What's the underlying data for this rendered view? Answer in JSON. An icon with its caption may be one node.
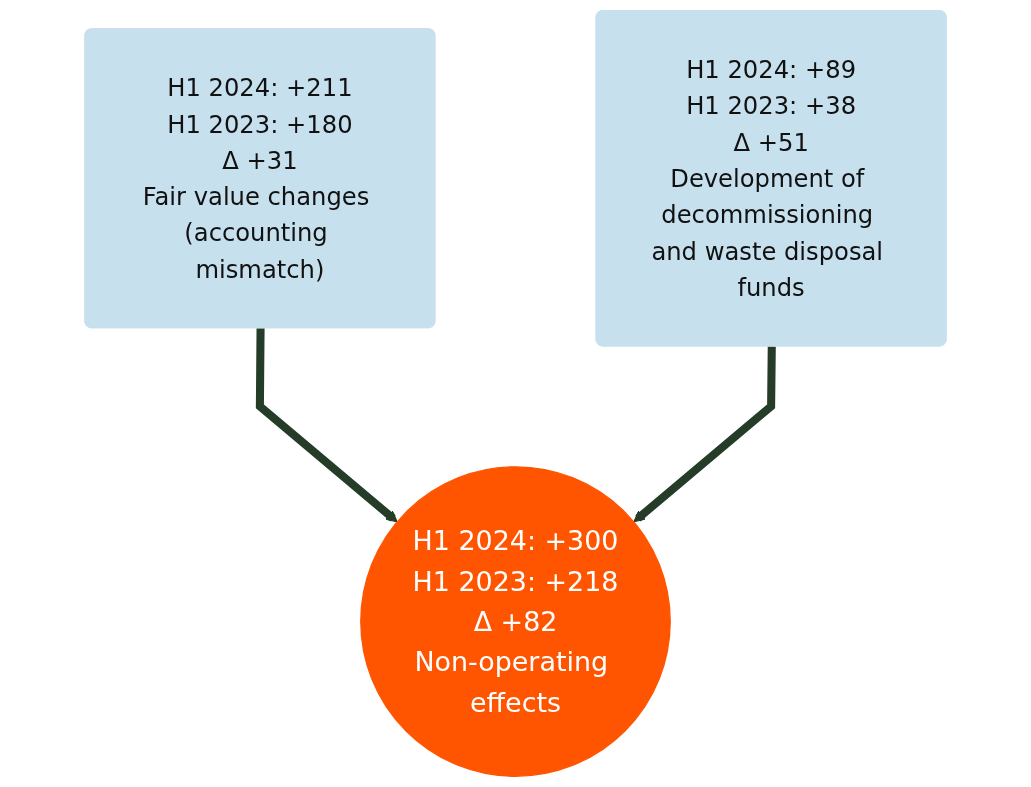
{
  "diagram": {
    "nodes": [
      {
        "text": [
          "H1 2024: +211",
          "H1 2023: +180",
          "Δ +31",
          "Fair value changes (accounting mismatch)"
        ]
      },
      {
        "text": [
          "H1 2024: +89",
          "H1 2023: +38",
          "Δ +51",
          "Development of decommissioning and waste disposal funds"
        ]
      },
      {
        "text": [
          "H1 2024: +300",
          "H1 2023: +218",
          "Δ +82",
          "Non-operating effects"
        ]
      }
    ],
    "edges": [
      {
        "from": 0,
        "to": 2,
        "arrow": "to"
      },
      {
        "from": 1,
        "to": 2,
        "arrow": "to"
      }
    ]
  }
}
